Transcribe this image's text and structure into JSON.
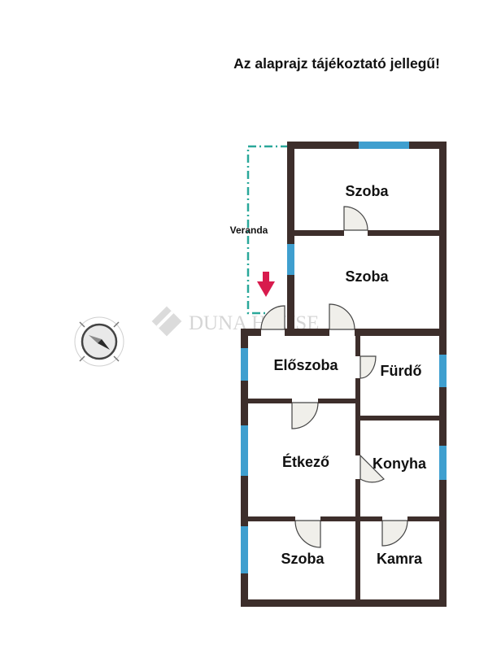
{
  "notice": "Az alaprajz tájékoztató jellegű!",
  "watermark": "DUNA HOUSE",
  "rooms": {
    "szoba_top": "Szoba",
    "szoba_mid": "Szoba",
    "eloszoba": "Előszoba",
    "furdo": "Fürdő",
    "etkezo": "Étkező",
    "konyha": "Konyha",
    "szoba_bottom": "Szoba",
    "kamra": "Kamra"
  },
  "veranda": "Veranda",
  "colors": {
    "wall": "#3d2e2b",
    "window": "#3f9fcf",
    "veranda_line": "#2aa89a",
    "entrance_arrow": "#d81b4d",
    "door_fill": "#f0efea",
    "compass_needle": "#2a2a2a"
  },
  "icons": {
    "compass": "compass-icon",
    "entrance": "entrance-arrow-icon",
    "watermark_logo": "diamond-logo-icon"
  }
}
